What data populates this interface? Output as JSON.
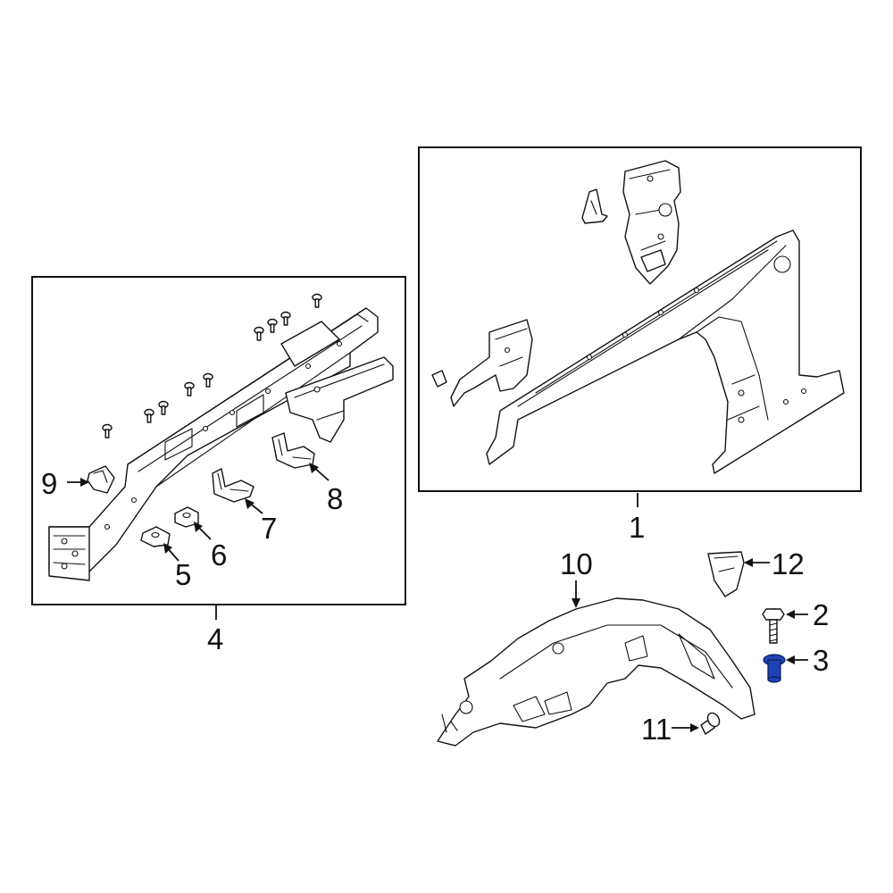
{
  "callouts": {
    "c1": "1",
    "c2": "2",
    "c3": "3",
    "c4": "4",
    "c5": "5",
    "c6": "6",
    "c7": "7",
    "c8": "8",
    "c9": "9",
    "c10": "10",
    "c11": "11",
    "c12": "12"
  },
  "highlighted_part": "3",
  "colors": {
    "line": "#111111",
    "highlight": "#1f43b5",
    "background": "#ffffff"
  }
}
